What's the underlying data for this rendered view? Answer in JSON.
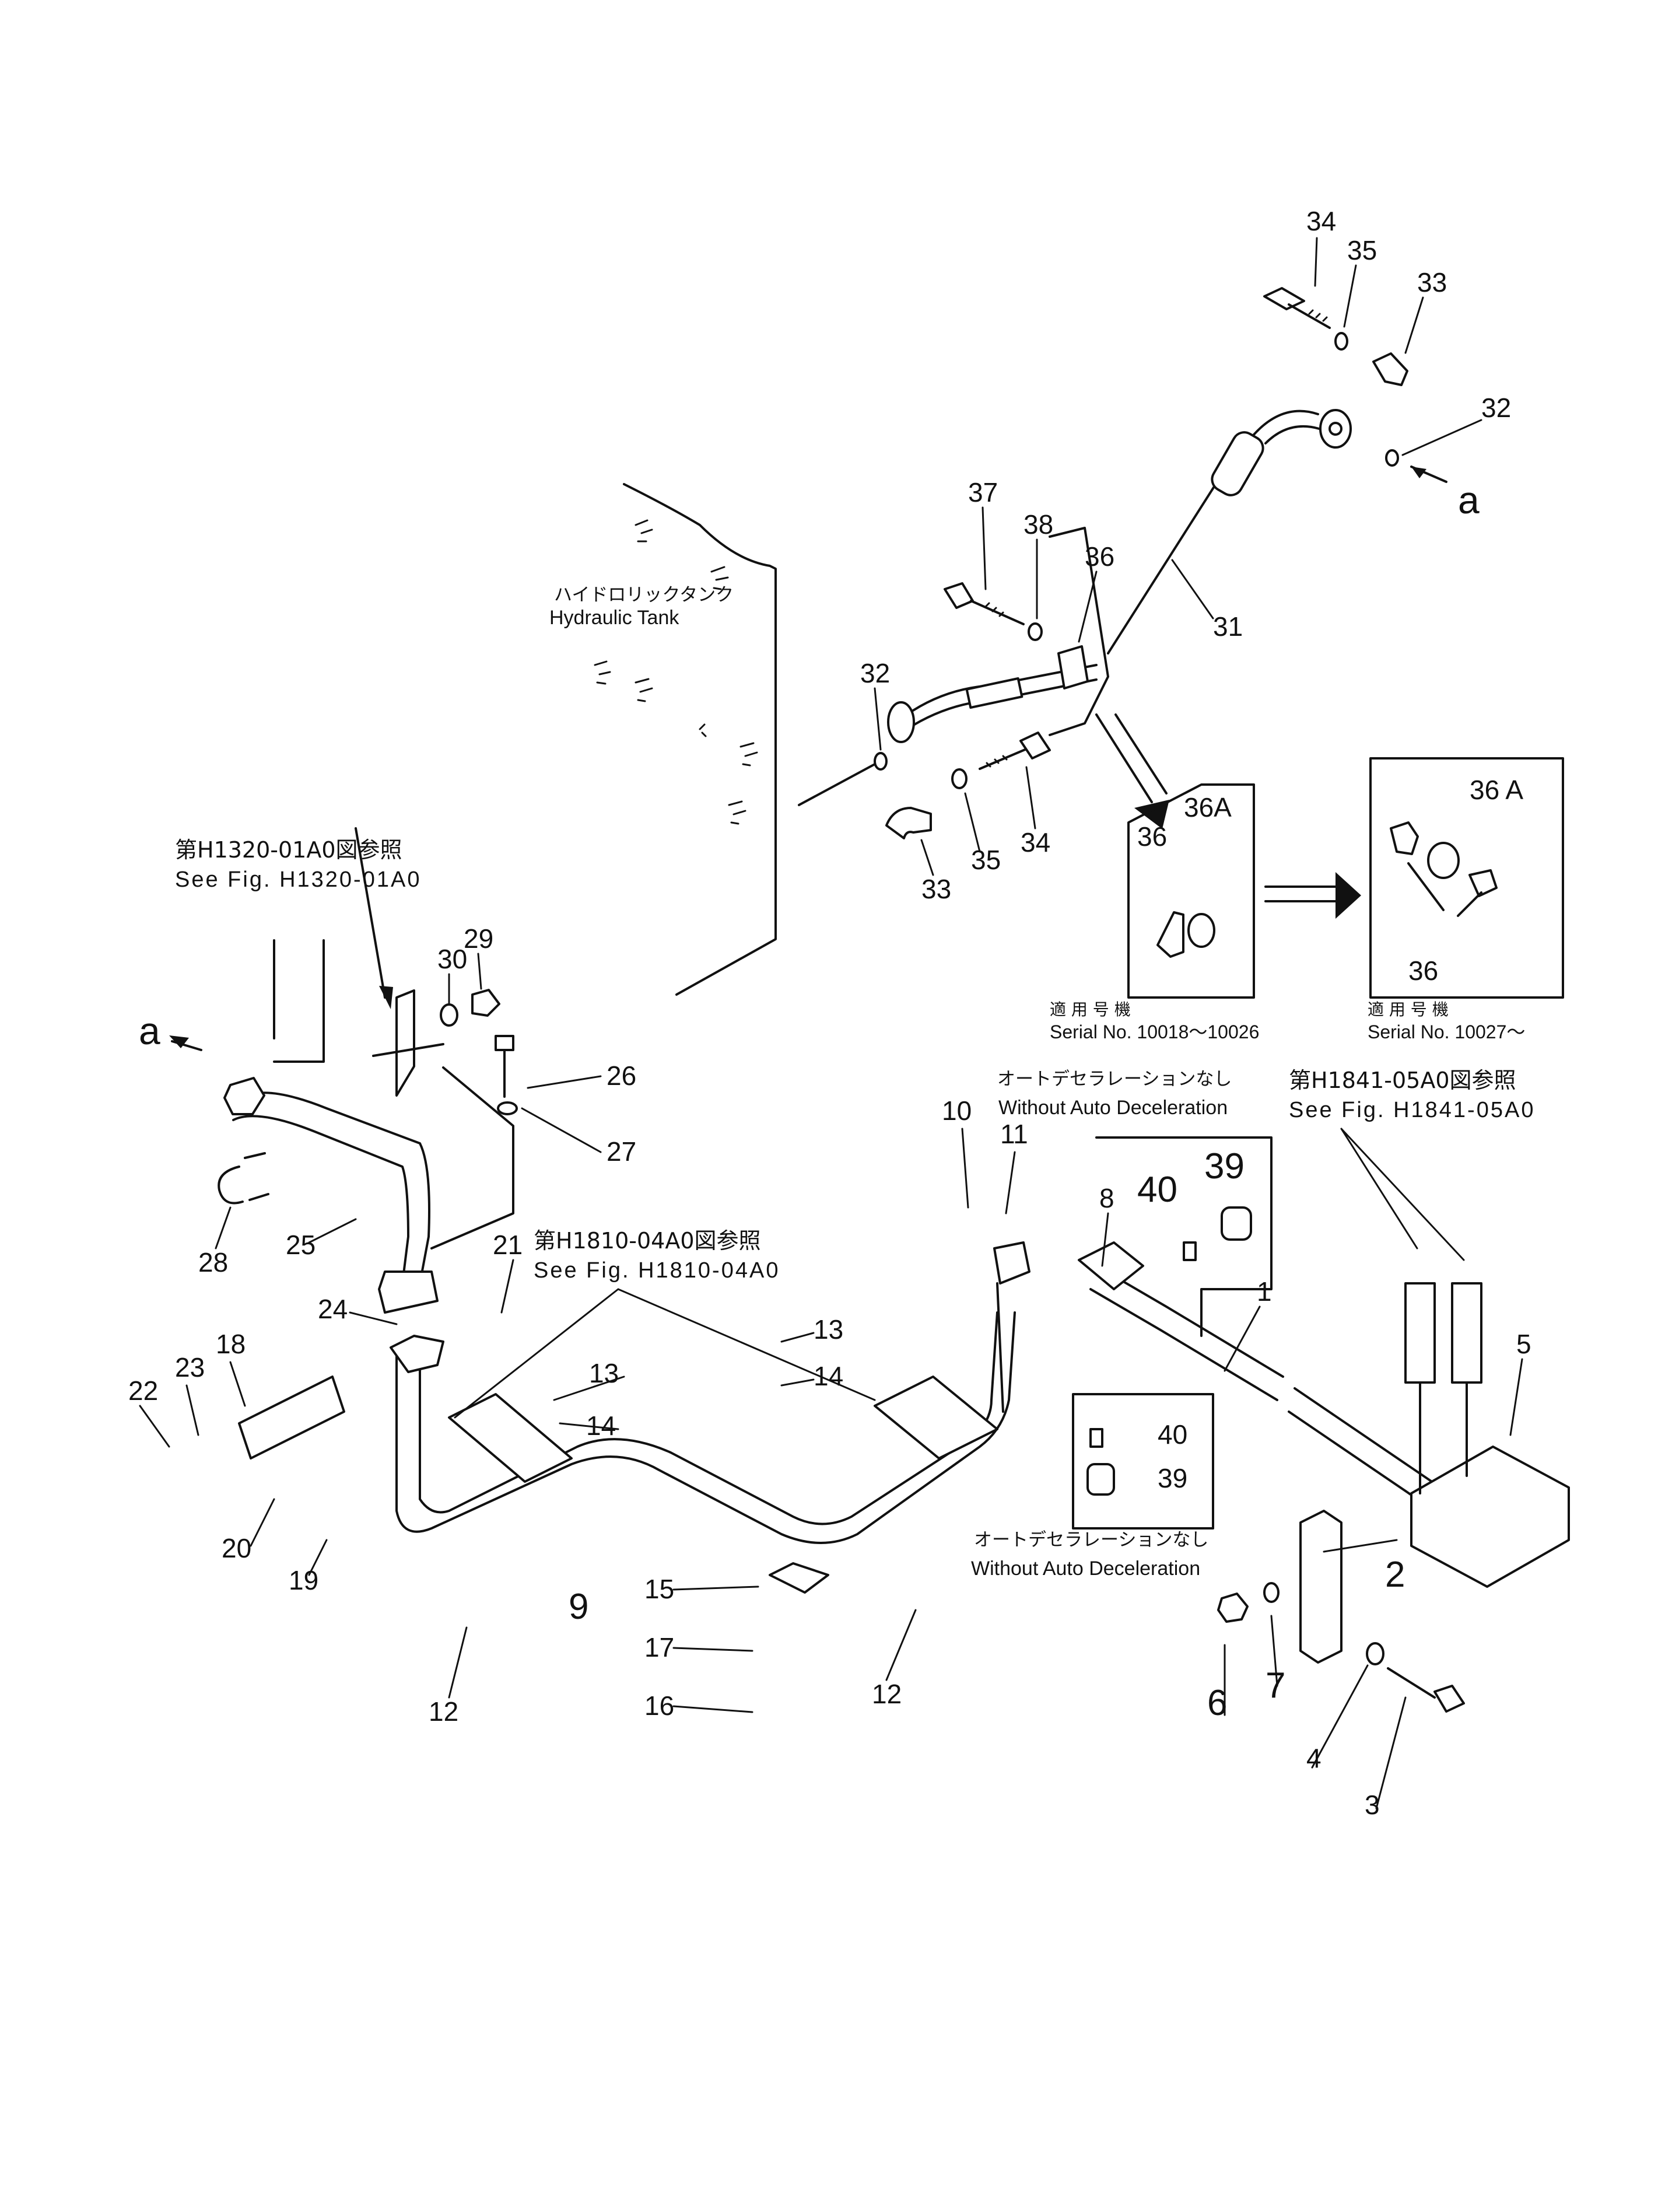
{
  "tank_label": {
    "jp": "ハイドロリックタンク",
    "en": "Hydraulic  Tank"
  },
  "refs": {
    "fig_h1320": {
      "jp": "第H1320-01A0図参照",
      "en": "See  Fig. H1320-01A0"
    },
    "fig_h1810": {
      "jp": "第H1810-04A0図参照",
      "en": "See  Fig. H1810-04A0"
    },
    "fig_h1841": {
      "jp": "第H1841-05A0図参照",
      "en": "See  Fig. H1841-05A0"
    }
  },
  "notes": {
    "without_decel_top": {
      "jp": "オートデセラレーションなし",
      "en": "Without  Auto  Deceleration"
    },
    "without_decel_bottom": {
      "jp": "オートデセラレーションなし",
      "en": "Without  Auto  Deceleration"
    }
  },
  "serials": {
    "early": {
      "jp": "適 用 号 機",
      "en": "Serial  No.  10018～10026"
    },
    "late": {
      "jp": "適 用 号 機",
      "en": "Serial  No.  10027～"
    }
  },
  "connection_marks": {
    "right": "a",
    "left": "a"
  },
  "part_numbers": {
    "p1": "1",
    "p2": "2",
    "p3": "3",
    "p4": "4",
    "p5": "5",
    "p6": "6",
    "p7": "7",
    "p8": "8",
    "p9": "9",
    "p10": "10",
    "p11": "11",
    "p12a": "12",
    "p12b": "12",
    "p13a": "13",
    "p13b": "13",
    "p14a": "14",
    "p14b": "14",
    "p15": "15",
    "p16": "16",
    "p17": "17",
    "p18": "18",
    "p19": "19",
    "p20": "20",
    "p21": "21",
    "p22": "22",
    "p23": "23",
    "p24": "24",
    "p25": "25",
    "p26": "26",
    "p27": "27",
    "p28": "28",
    "p29": "29",
    "p30": "30",
    "p31": "31",
    "p32a": "32",
    "p32b": "32",
    "p33a": "33",
    "p33b": "33",
    "p34a": "34",
    "p34b": "34",
    "p35a": "35",
    "p35b": "35",
    "p36a": "36",
    "p36b": "36",
    "p36c": "36",
    "p36A_a": "36A",
    "p36A_b": "36 A",
    "p37": "37",
    "p38": "38",
    "p39a": "39",
    "p39b": "39",
    "p40a": "40",
    "p40b": "40"
  }
}
